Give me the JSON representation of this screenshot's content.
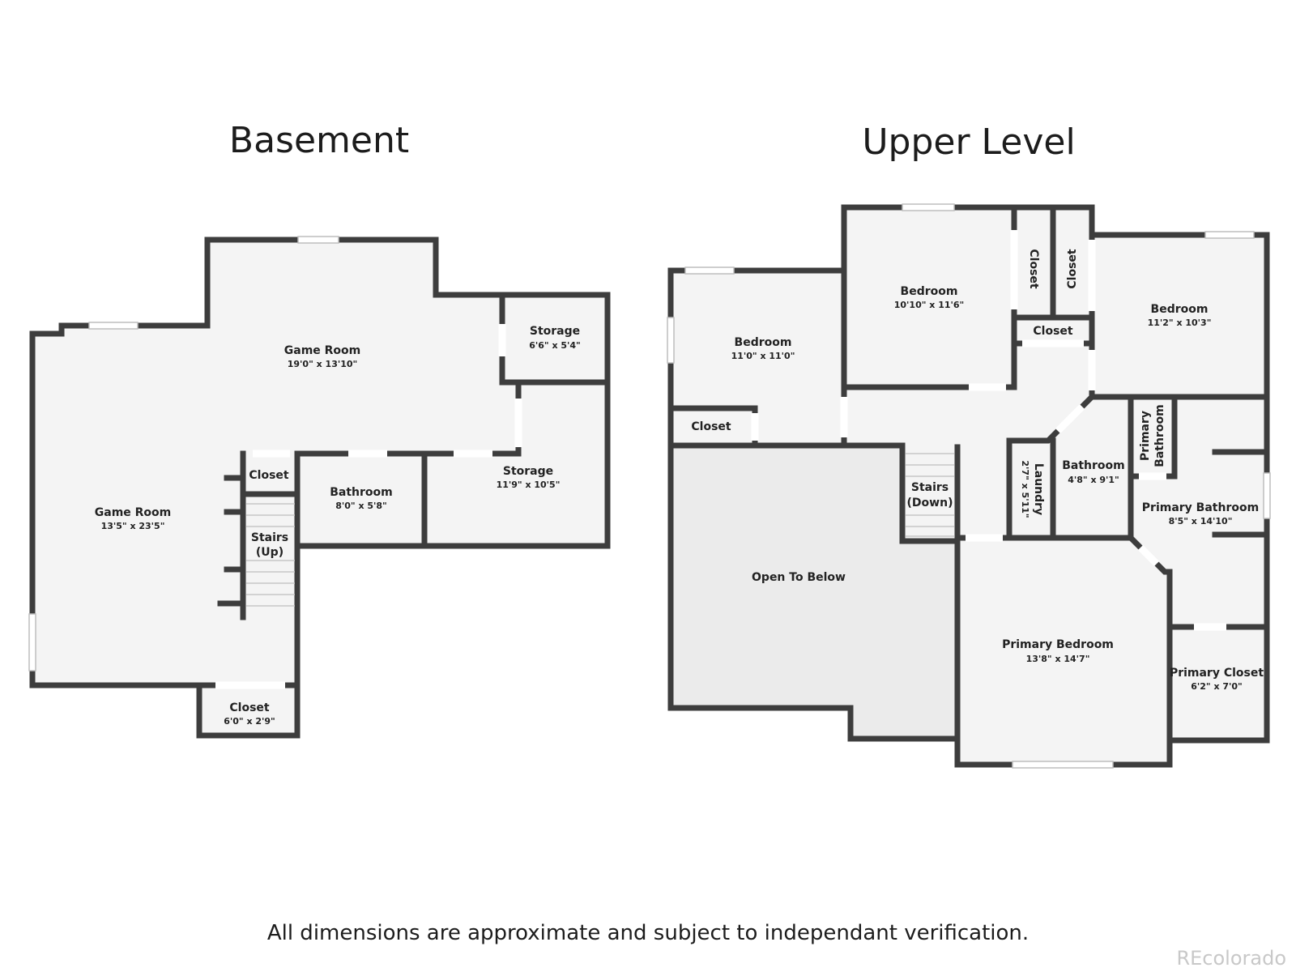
{
  "levels": {
    "basement": {
      "title": "Basement",
      "rooms": {
        "game_room_top": {
          "name": "Game Room",
          "dims": "19'0\" x 13'10\""
        },
        "game_room_left": {
          "name": "Game Room",
          "dims": "13'5\" x 23'5\""
        },
        "storage_small": {
          "name": "Storage",
          "dims": "6'6\" x 5'4\""
        },
        "storage_large": {
          "name": "Storage",
          "dims": "11'9\" x 10'5\""
        },
        "closet_upper": {
          "name": "Closet"
        },
        "bathroom": {
          "name": "Bathroom",
          "dims": "8'0\" x 5'8\""
        },
        "stairs": {
          "name": "Stairs",
          "direction": "(Up)"
        },
        "closet_lower": {
          "name": "Closet",
          "dims": "6'0\" x 2'9\""
        }
      }
    },
    "upper": {
      "title": "Upper Level",
      "rooms": {
        "bedroom_left": {
          "name": "Bedroom",
          "dims": "11'0\" x 11'0\""
        },
        "bedroom_center": {
          "name": "Bedroom",
          "dims": "10'10\" x 11'6\""
        },
        "bedroom_right": {
          "name": "Bedroom",
          "dims": "11'2\" x 10'3\""
        },
        "closet_vert_a": {
          "name": "Closet"
        },
        "closet_vert_b": {
          "name": "Closet"
        },
        "closet_horizontal": {
          "name": "Closet"
        },
        "closet_left": {
          "name": "Closet"
        },
        "stairs": {
          "name": "Stairs",
          "direction": "(Down)"
        },
        "laundry": {
          "name": "Laundry",
          "dims": "2'7\" x 5'11\""
        },
        "bathroom": {
          "name": "Bathroom",
          "dims": "4'8\" x 9'1\""
        },
        "primary_bathroom_small": {
          "line1": "Primary",
          "line2": "Bathroom"
        },
        "primary_bathroom": {
          "name": "Primary Bathroom",
          "dims": "8'5\" x 14'10\""
        },
        "open_to_below": {
          "name": "Open To Below"
        },
        "primary_bedroom": {
          "name": "Primary Bedroom",
          "dims": "13'8\" x 14'7\""
        },
        "primary_closet": {
          "name": "Primary Closet",
          "dims": "6'2\" x 7'0\""
        }
      }
    }
  },
  "footer": {
    "disclaimer": "All dimensions are approximate and subject to independant verification.",
    "watermark": "REcolorado"
  }
}
